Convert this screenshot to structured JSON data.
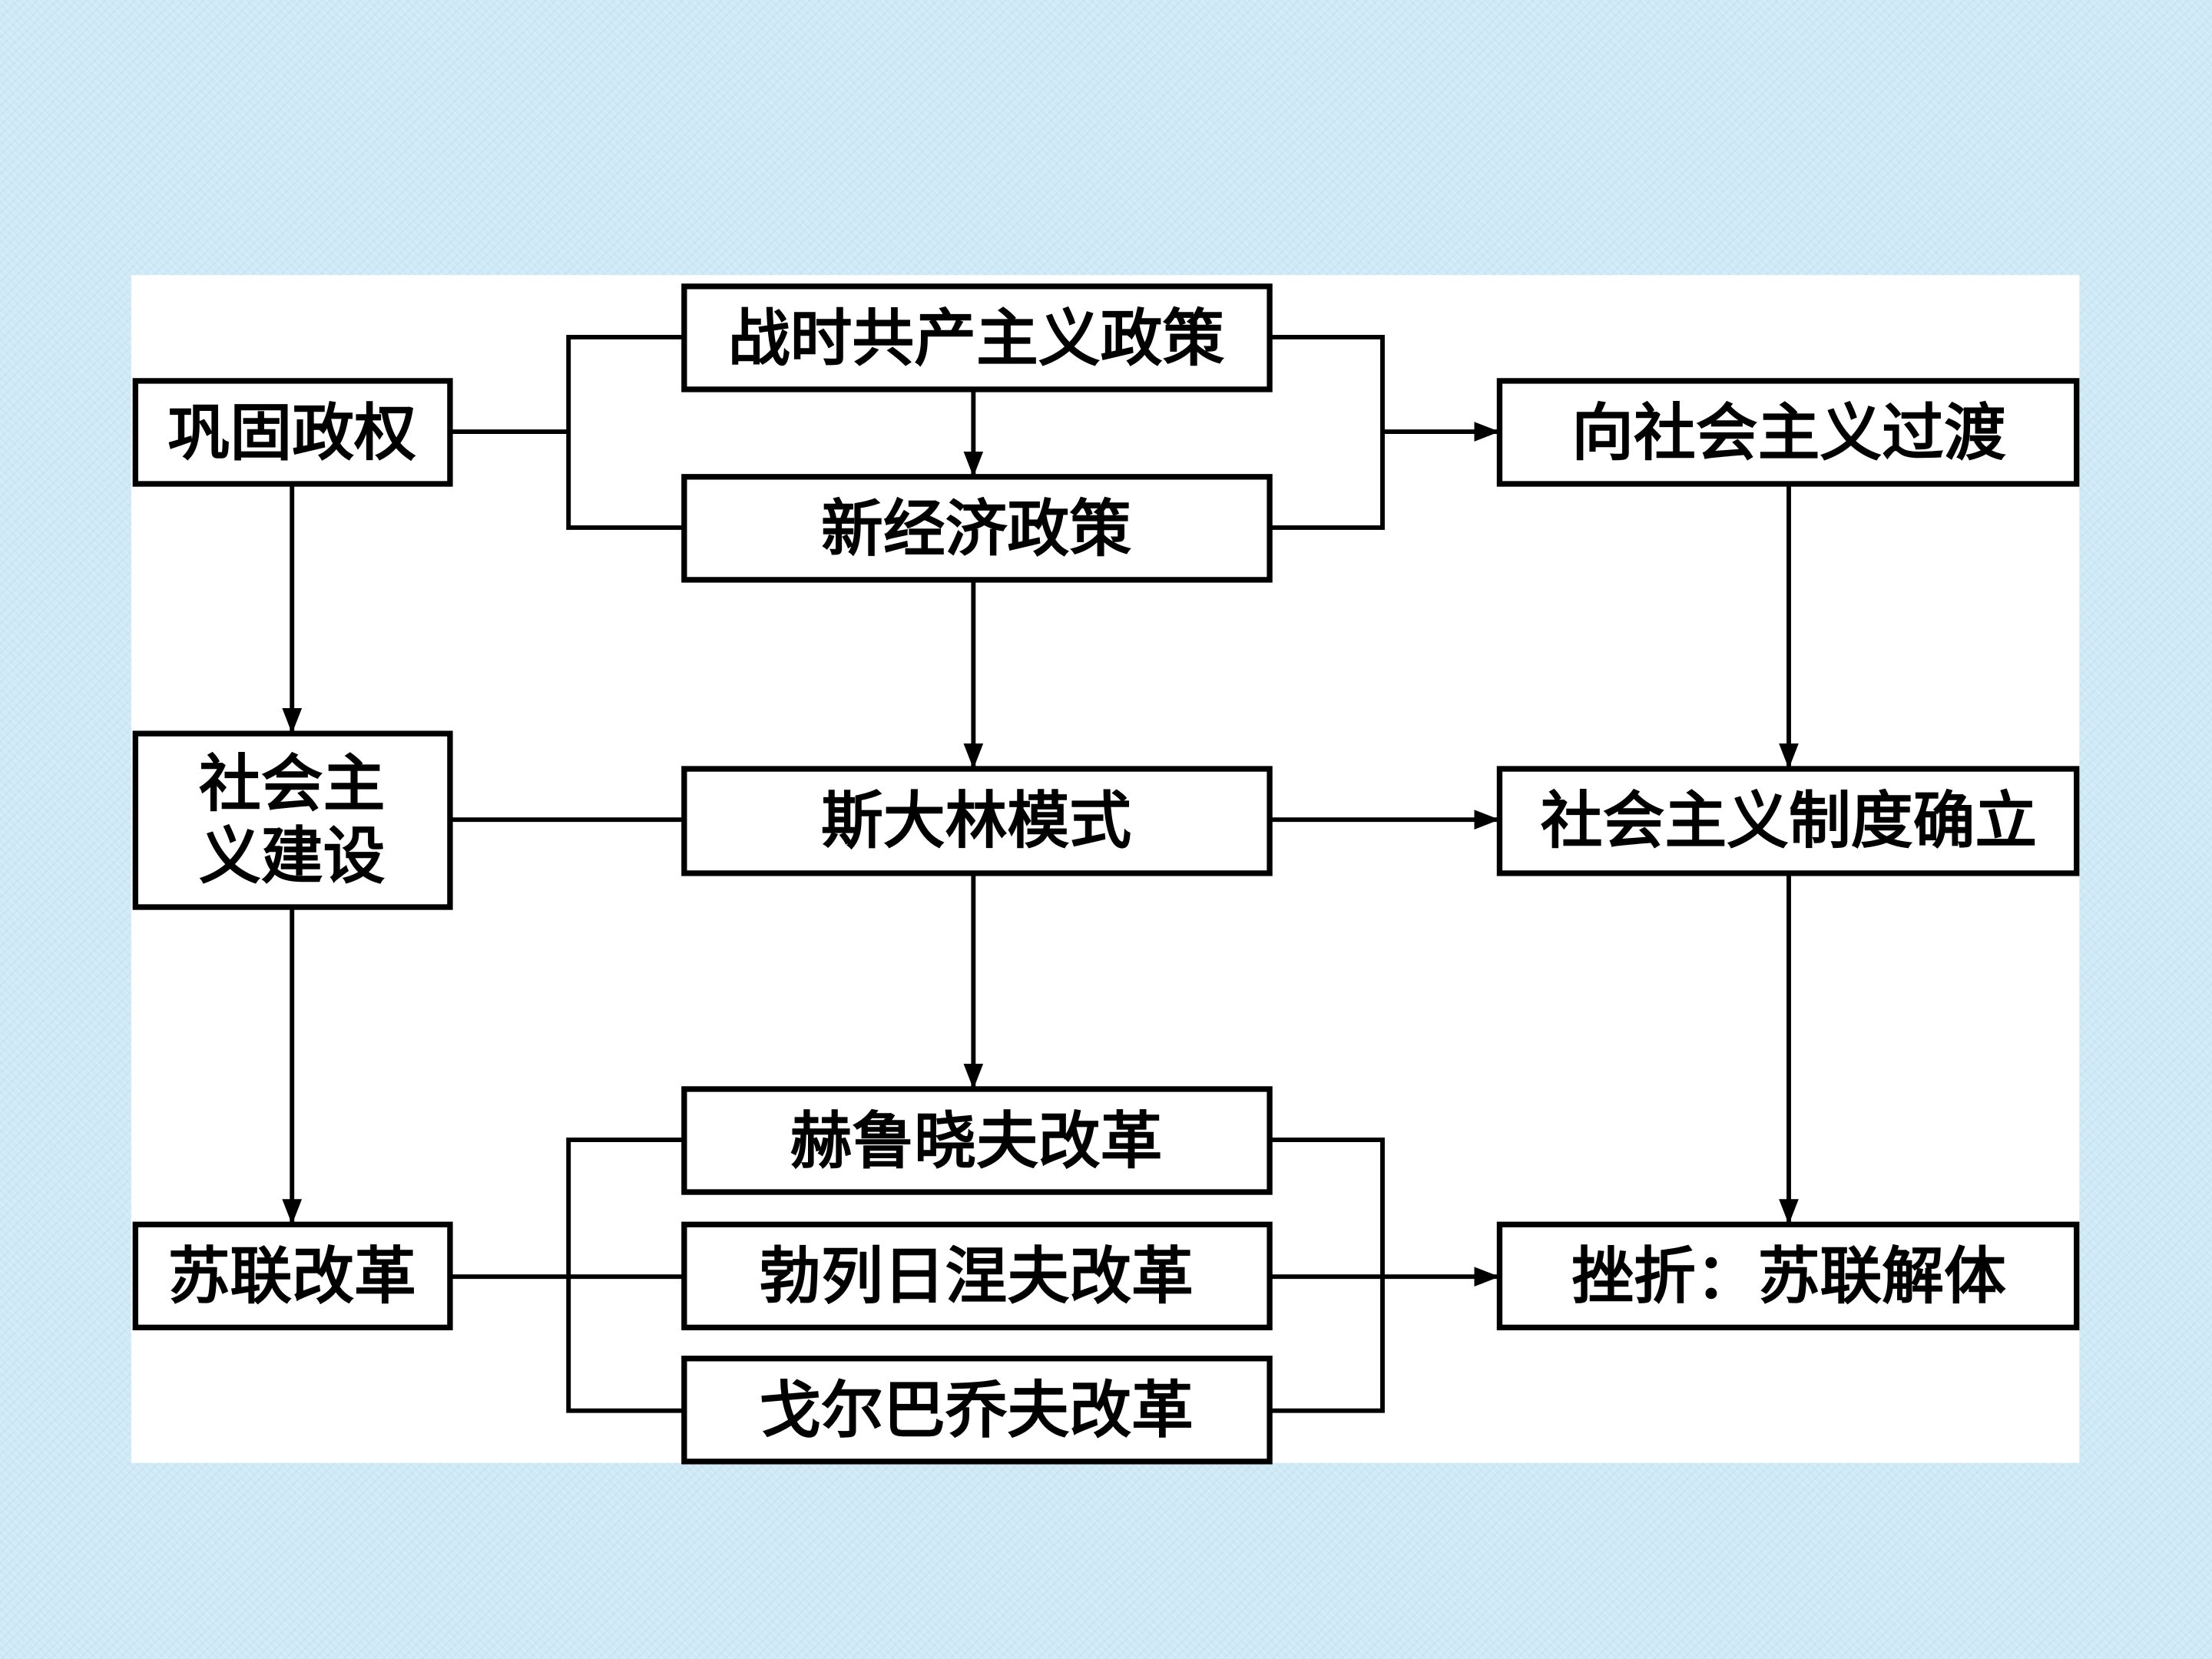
{
  "nodes": {
    "consolidate": "巩固政权",
    "war_communism": "战时共产主义政策",
    "nep": "新经济政策",
    "transition": "向社会主义过渡",
    "construction_line1": "社会主",
    "construction_line2": "义建设",
    "stalin_model": "斯大林模式",
    "system_established": "社会主义制度确立",
    "khrushchev": "赫鲁晓夫改革",
    "brezhnev": "勃列日涅夫改革",
    "gorbachev": "戈尔巴乔夫改革",
    "soviet_reform": "苏联改革",
    "setback": "挫折：苏联解体"
  },
  "colors": {
    "background": "#cfe9f6",
    "panel": "#ffffff",
    "stroke": "#000000"
  }
}
